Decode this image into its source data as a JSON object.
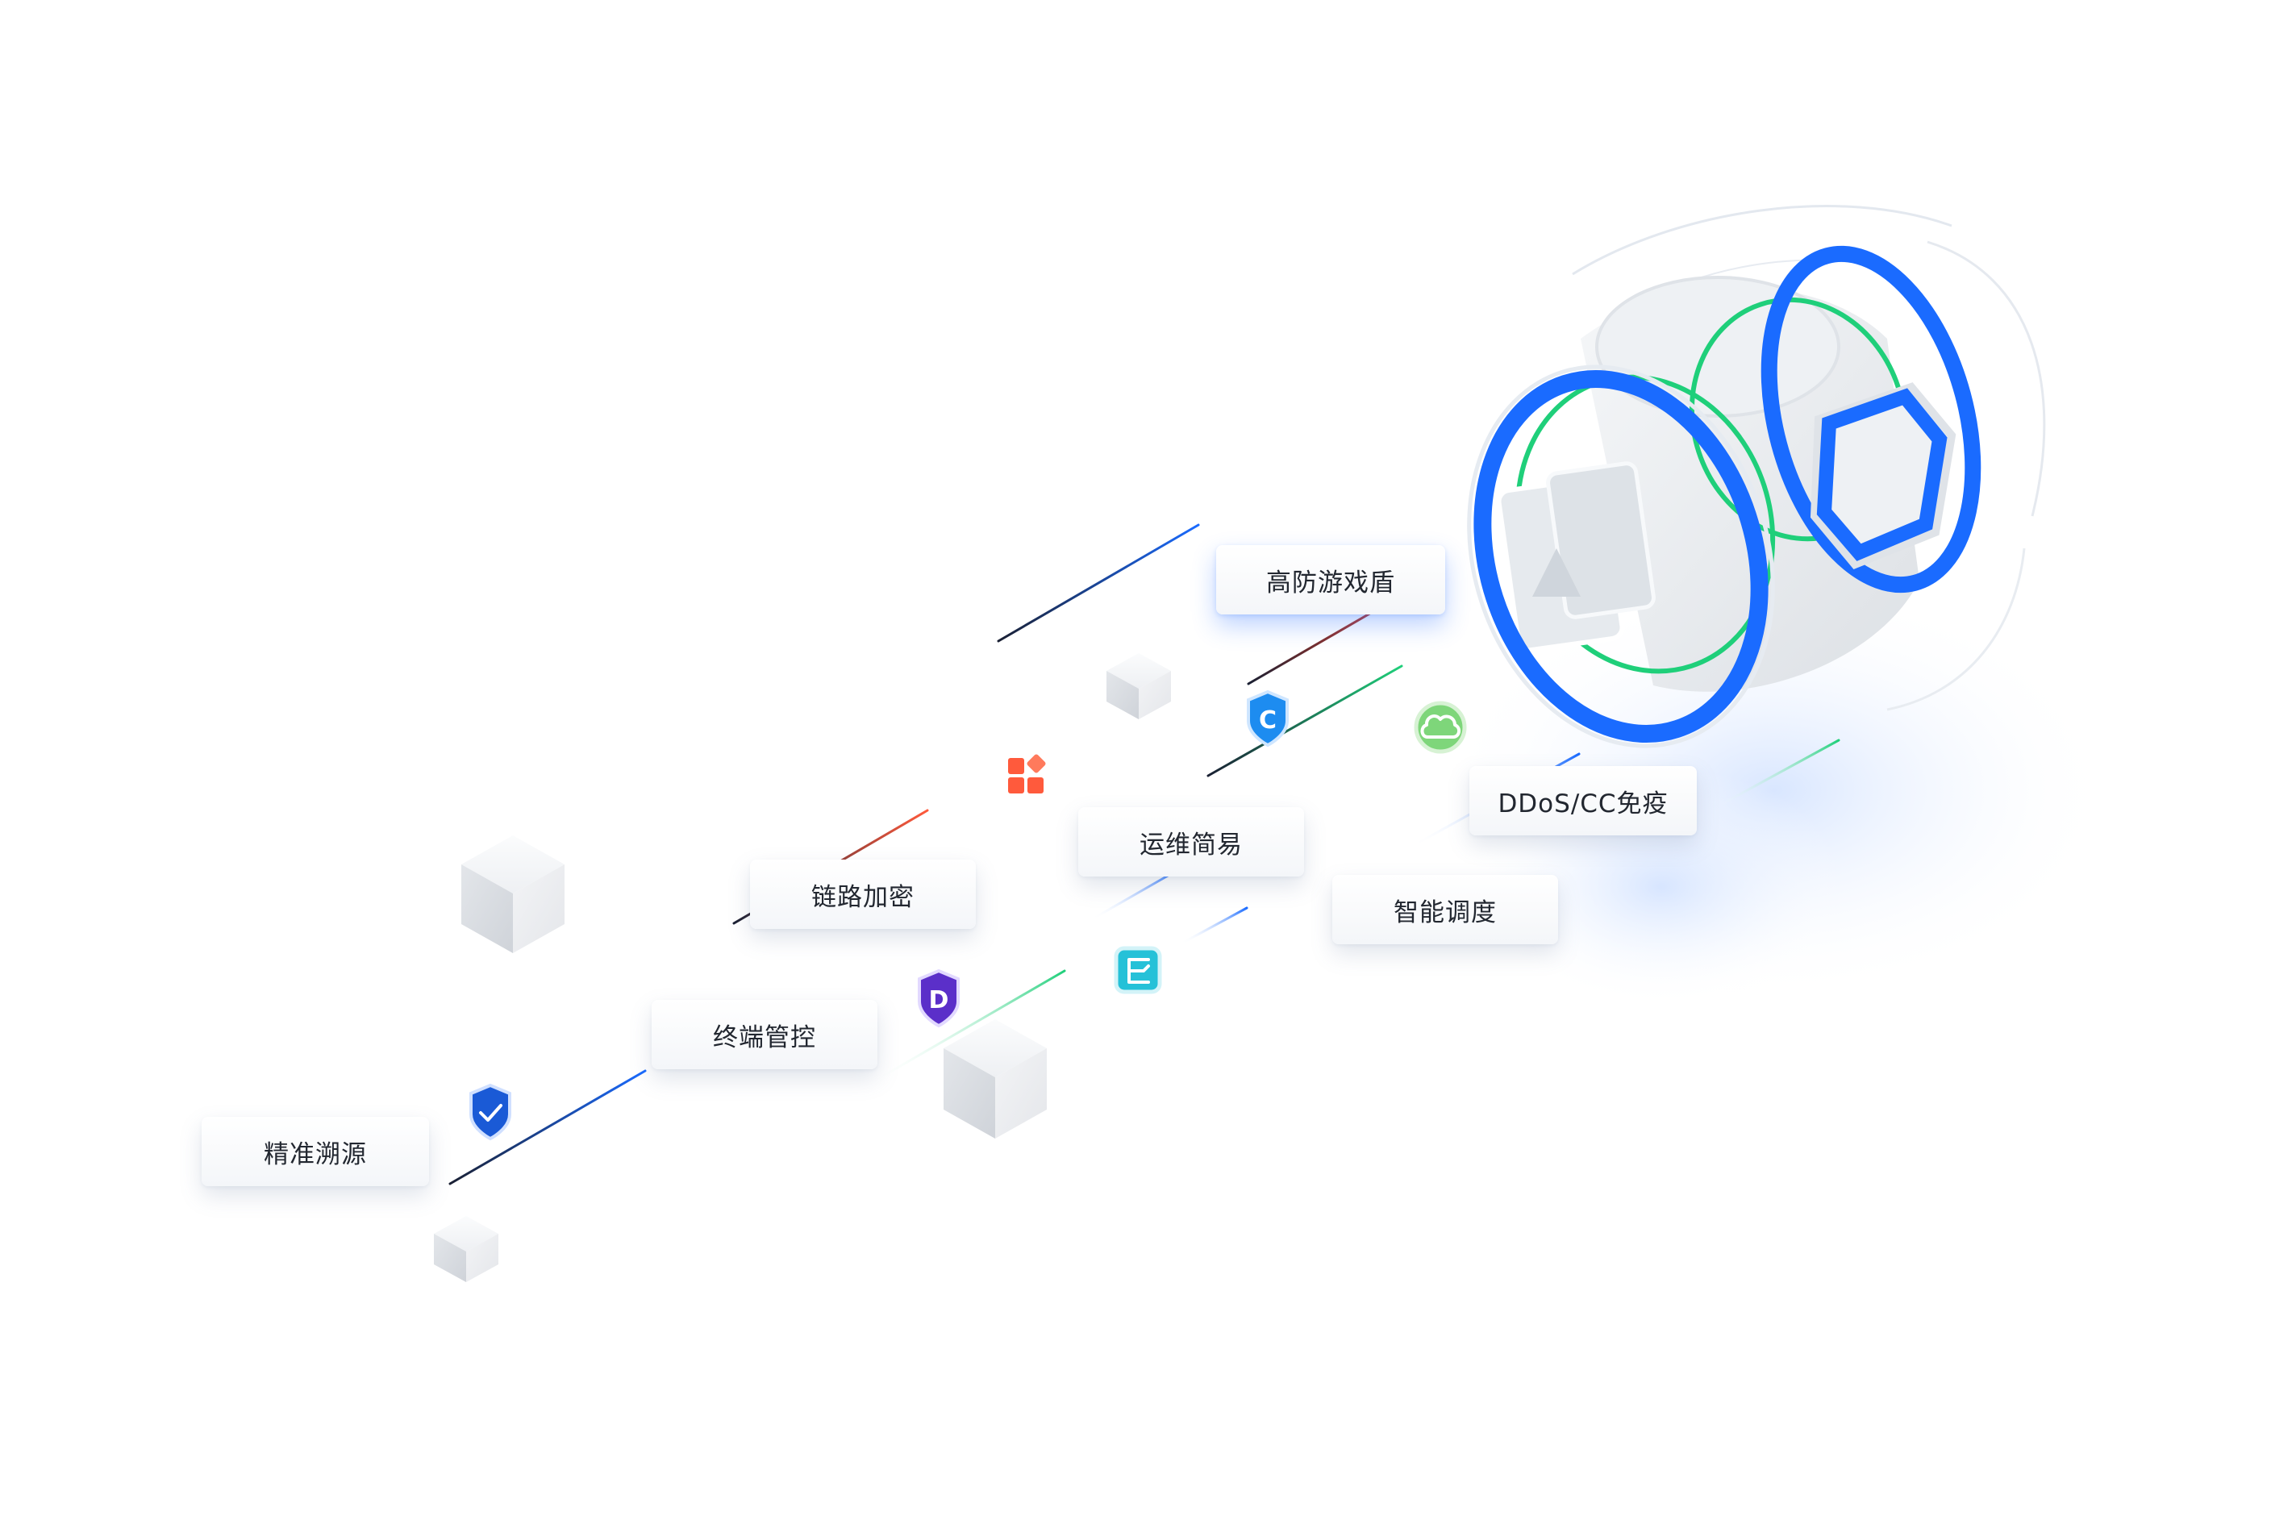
{
  "labels": {
    "anti_game_shield": "高防游戏盾",
    "ddos_cc": "DDoS/CC免疫",
    "ops_simple": "运维简易",
    "smart_dispatch": "智能调度",
    "link_encrypt": "链路加密",
    "endpoint_control": "终端管控",
    "precise_trace": "精准溯源"
  },
  "badges": {
    "c_letter": "C",
    "d_letter": "D"
  },
  "icons": [
    "shield-c-icon",
    "apps-grid-icon",
    "cloud-icon",
    "shield-d-icon",
    "branch-e-icon",
    "shield-check-icon"
  ],
  "colors": {
    "brand_blue": "#1a6bff",
    "accent_green": "#1fcf7a",
    "accent_orange": "#ff5a3c",
    "purple": "#5b2fc9",
    "cyan": "#25c1d8"
  }
}
